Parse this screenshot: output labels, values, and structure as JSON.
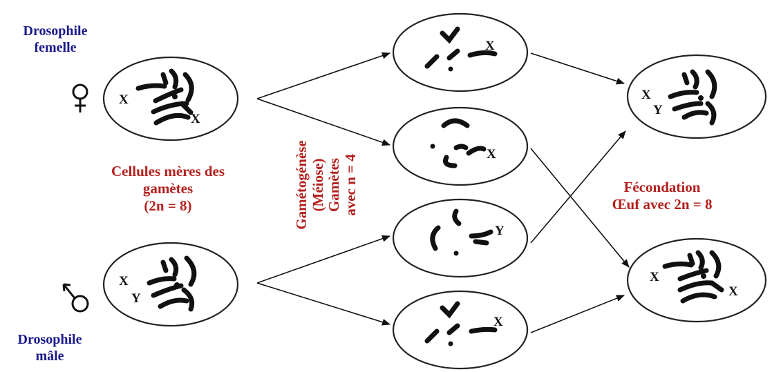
{
  "labels": {
    "female": [
      "Drosophile",
      "femelle"
    ],
    "male": [
      "Drosophile",
      "mâle"
    ],
    "mother_cells": [
      "Cellules mères des",
      "gamètes",
      "(2n = 8)"
    ],
    "meiosis": [
      "Gamétogénèse",
      "(Méiose)",
      "Gamètes",
      "avec n = 4"
    ],
    "fertilization": [
      "Fécondation",
      "Œuf avec 2n = 8"
    ]
  },
  "chromosome_labels": {
    "female_cell": [
      "X",
      "X"
    ],
    "male_cell": [
      "X",
      "Y"
    ],
    "gamete_1": "X",
    "gamete_2": "X",
    "gamete_3": "Y",
    "gamete_4": "X",
    "egg_top": [
      "X",
      "Y"
    ],
    "egg_bottom": [
      "X",
      "X"
    ]
  },
  "colors": {
    "title_blue": "#1a1a8c",
    "label_red": "#b3201d"
  },
  "icons": {
    "female_symbol": "venus-icon",
    "male_symbol": "mars-icon"
  }
}
